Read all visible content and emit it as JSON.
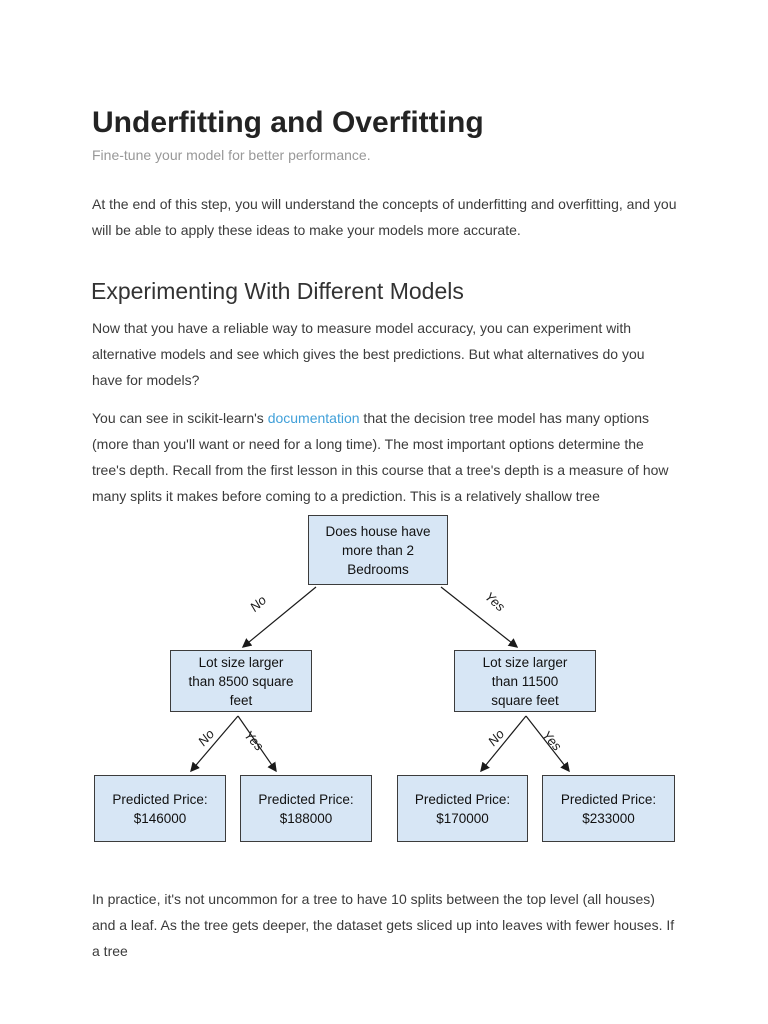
{
  "document": {
    "title": "Underfitting and Overfitting",
    "subtitle": "Fine-tune your model for better performance.",
    "intro": "At the end of this step, you will understand the concepts of underfitting and overfitting, and you will be able to apply these ideas to make your models more accurate.",
    "section_heading": "Experimenting With Different Models",
    "experiment_para": "Now that you have a reliable way to measure model accuracy, you can experiment with alternative models and see which gives the best predictions. But what alternatives do you have for models?",
    "docs_para_before": "You can see in scikit-learn's ",
    "docs_link_text": "documentation",
    "docs_para_after": " that the decision tree model has many options (more than you'll want or need for a long time). The most important options determine the tree's depth. Recall from the first lesson in this course that a tree's depth is a measure of how many splits it makes before coming to a prediction. This is a relatively shallow tree",
    "closing_para": "In practice, it's not uncommon for a tree to have 10 splits between the top level (all houses) and a leaf. As the tree gets deeper, the dataset gets sliced up into leaves with fewer houses. If a tree"
  },
  "diagram": {
    "type": "decision_tree",
    "colors": {
      "node_fill": "#d7e6f5",
      "node_border": "#3c3c3c",
      "link_text": "#41a0d9"
    },
    "nodes": {
      "root": "Does house have\nmore than 2\nBedrooms",
      "split_left": "Lot size larger\nthan 8500 square\nfeet",
      "split_right": "Lot size larger\nthan 11500\nsquare feet",
      "leaf_1": "Predicted Price:\n$146000",
      "leaf_2": "Predicted Price:\n$188000",
      "leaf_3": "Predicted Price:\n$170000",
      "leaf_4": "Predicted Price:\n$233000"
    },
    "edge_labels": {
      "no": "No",
      "yes": "Yes"
    }
  }
}
